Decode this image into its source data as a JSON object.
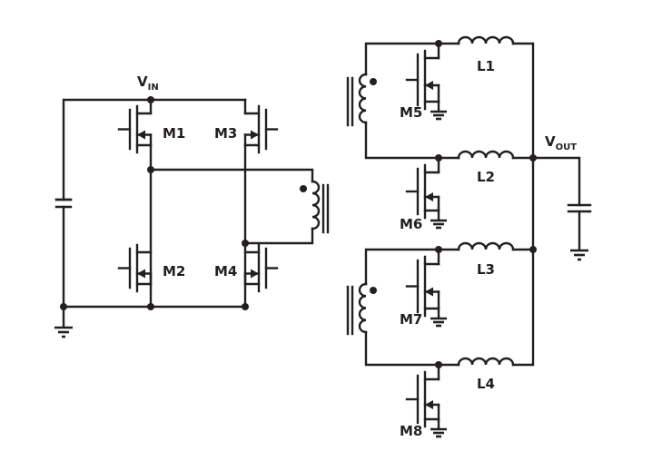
{
  "labels": {
    "vin_main": "V",
    "vin_sub": "IN",
    "vout_main": "V",
    "vout_sub": "OUT",
    "m1": "M1",
    "m2": "M2",
    "m3": "M3",
    "m4": "M4",
    "m5": "M5",
    "m6": "M6",
    "m7": "M7",
    "m8": "M8",
    "l1": "L1",
    "l2": "L2",
    "l3": "L3",
    "l4": "L4"
  }
}
